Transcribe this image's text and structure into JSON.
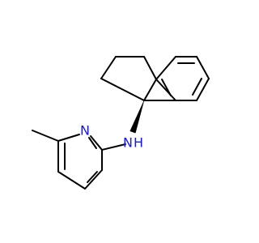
{
  "molecule": {
    "atoms": {
      "pyridine_n": {
        "symbol": "N",
        "color": "#1414ff"
      },
      "amine_n": {
        "symbol": "N",
        "color": "#1414ff"
      },
      "amine_h": {
        "symbol": "H",
        "color": "#1414ff"
      }
    },
    "stereo": {
      "type": "wedge",
      "color": "#000000"
    }
  }
}
